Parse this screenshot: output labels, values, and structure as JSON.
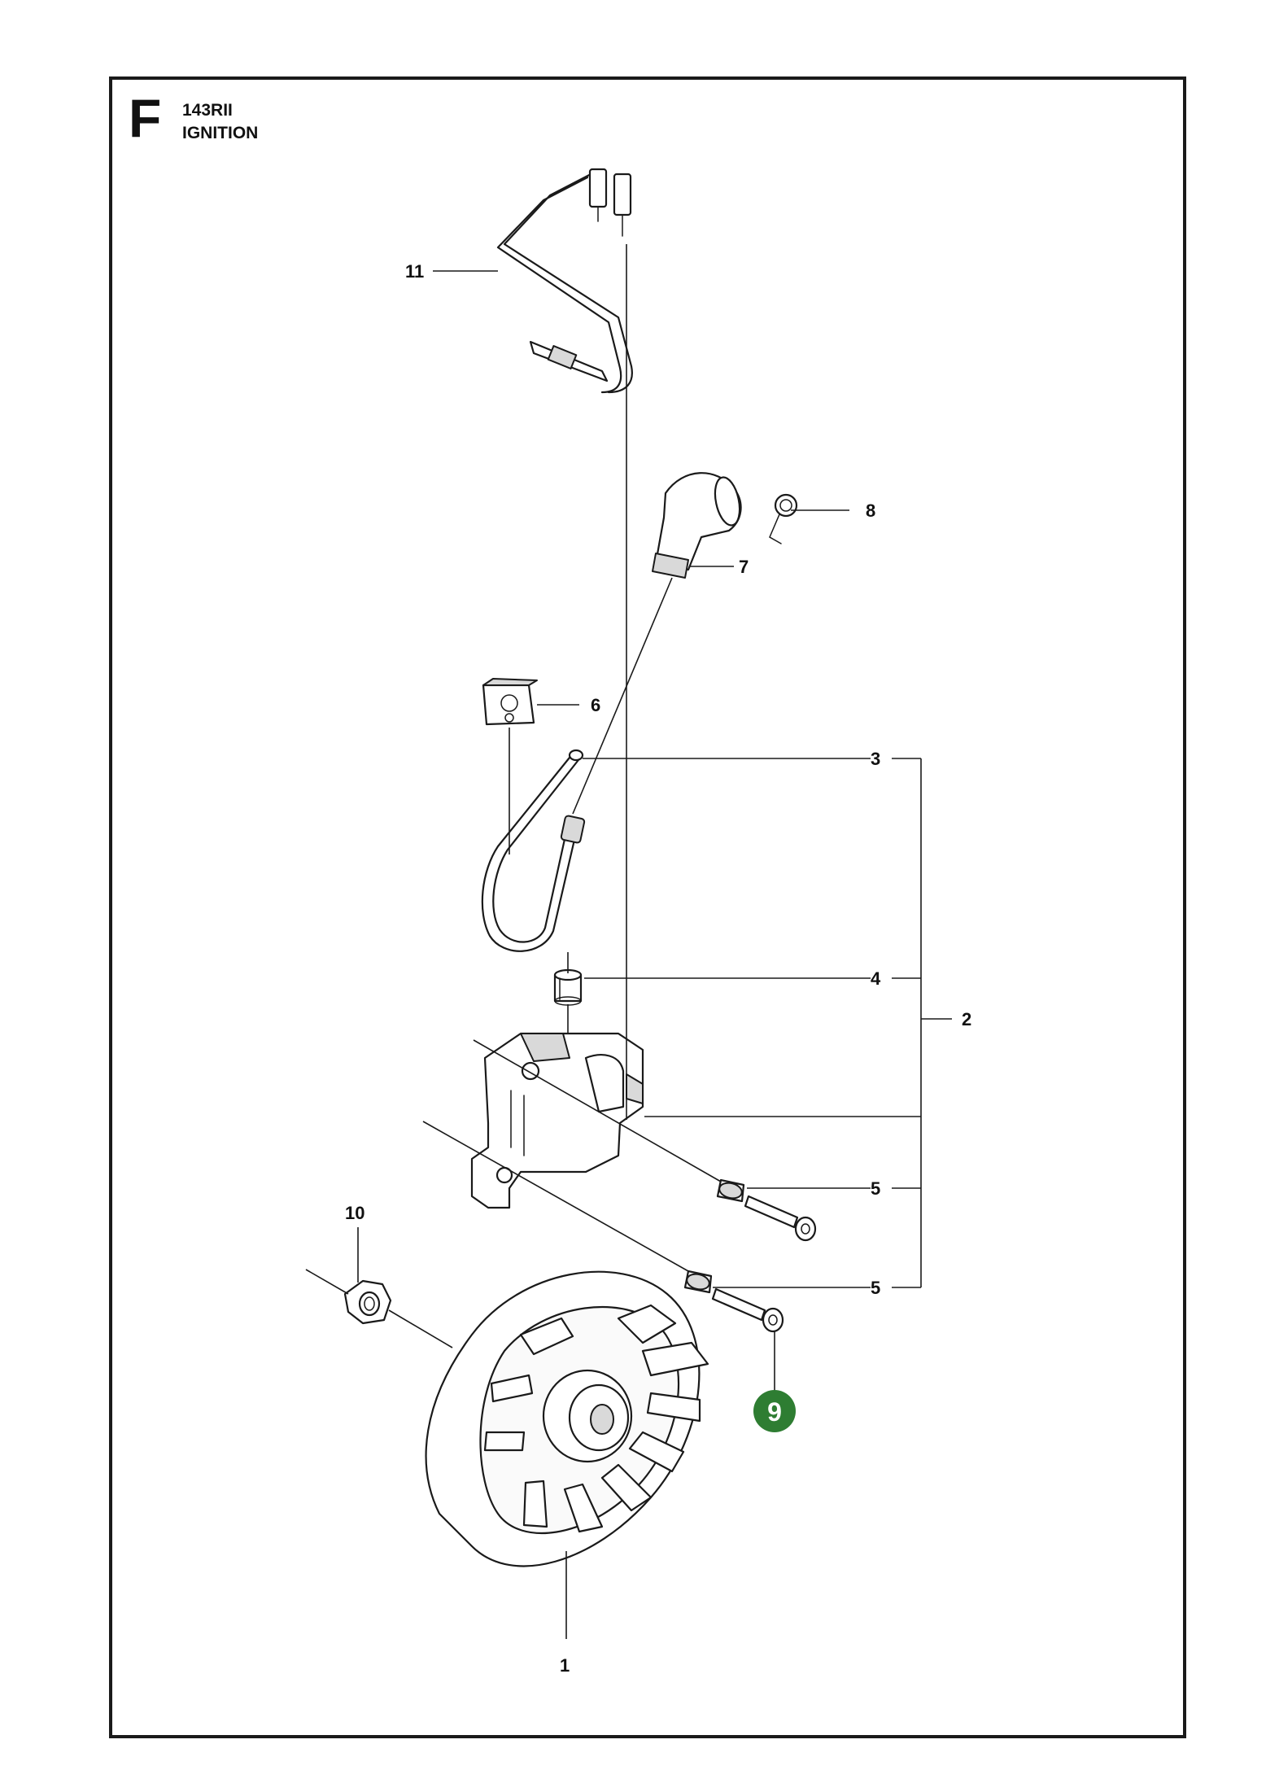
{
  "header": {
    "section_letter": "F",
    "model": "143RII",
    "group": "IGNITION"
  },
  "callouts": {
    "p1": "1",
    "p2": "2",
    "p3": "3",
    "p4": "4",
    "p5a": "5",
    "p5b": "5",
    "p6": "6",
    "p7": "7",
    "p8": "8",
    "p9": "9",
    "p10": "10",
    "p11": "11"
  },
  "colors": {
    "highlight_badge": "#2e7d32",
    "line": "#1a1a1a"
  }
}
